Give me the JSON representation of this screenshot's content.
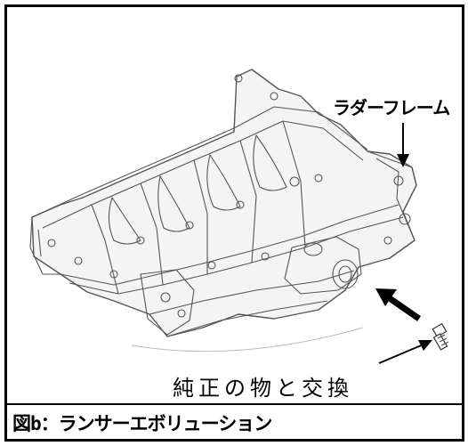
{
  "figure": {
    "callout_ladder_frame": "ラダーフレーム",
    "callout_replace": "純正の物と交換",
    "drawing_subject": "ladder-frame-engine-block-lineart",
    "part_subject": "small-bolt-part"
  },
  "caption": {
    "text": "図b：ランサーエボリューション"
  },
  "colors": {
    "ink": "#000000",
    "paper": "#ffffff",
    "line_gray": "#6b6b6b"
  }
}
